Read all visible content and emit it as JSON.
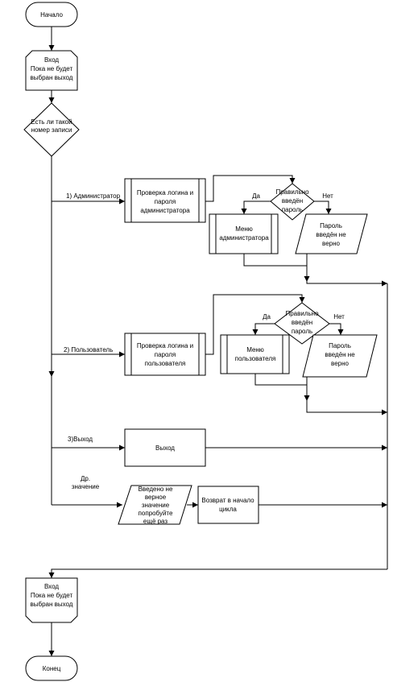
{
  "nodes": {
    "start": "Начало",
    "loop_start": [
      "Вход",
      "Пока не будет",
      "выбран выход"
    ],
    "record_check": [
      "Есть ли такой",
      "номер записи"
    ],
    "admin_login_check": [
      "Проверка логина и",
      "пароля",
      "администратора"
    ],
    "admin_password_ok": [
      "Правильно",
      "введён",
      "пароль"
    ],
    "admin_menu": [
      "Меню",
      "администратора"
    ],
    "admin_password_wrong": [
      "Пароль",
      "введён не",
      "верно"
    ],
    "user_login_check": [
      "Проверка логина и",
      "пароля",
      "пользователя"
    ],
    "user_password_ok": [
      "Правильно",
      "введён",
      "пароль"
    ],
    "user_menu": [
      "Меню",
      "пользователя"
    ],
    "user_password_wrong": [
      "Пароль",
      "введён не",
      "верно"
    ],
    "exit_block": "Выход",
    "invalid_value": [
      "Введено не",
      "верное",
      "значение",
      "попробуйте",
      "ещё раз"
    ],
    "return_to_loop": [
      "Возврат в начало",
      "цикла"
    ],
    "loop_end": [
      "Вход",
      "Пока не будет",
      "выбран выход"
    ],
    "end": "Конец"
  },
  "edges": {
    "admin": "1) Администратор",
    "user": "2) Пользователь",
    "exit": "3)Выход",
    "other": [
      "Др.",
      "значение"
    ],
    "admin_yes": "Да",
    "admin_no": "Нет",
    "user_yes": "Да",
    "user_no": "Нет"
  }
}
